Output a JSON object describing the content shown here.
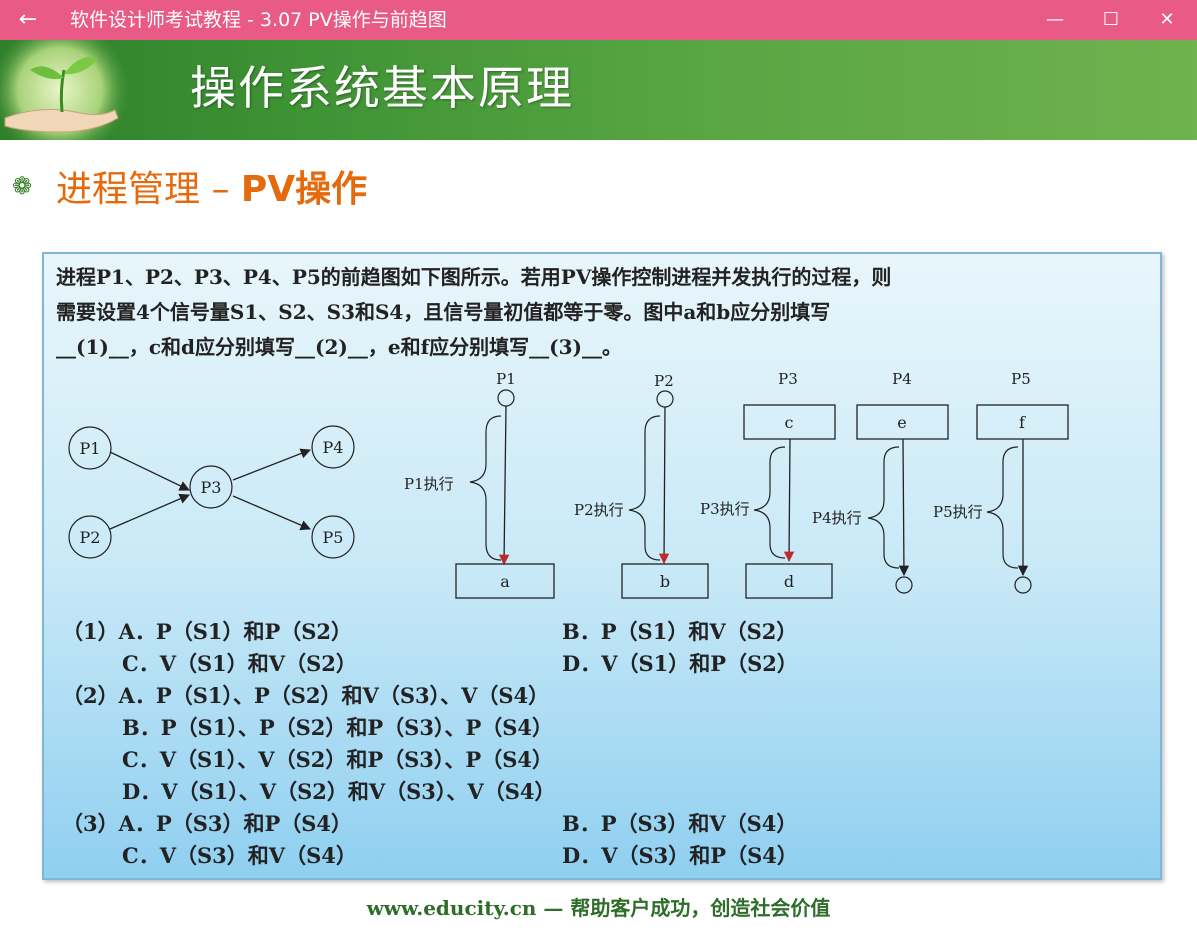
{
  "window": {
    "title": "软件设计师考试教程 - 3.07  PV操作与前趋图",
    "back": "←",
    "minimize": "—",
    "maximize": "☐",
    "close": "✕",
    "accent": "#e95a86"
  },
  "slide": {
    "header_title": "操作系统基本原理",
    "section_prefix": "进程管理 – ",
    "section_bold": "PV操作",
    "question_lines": [
      "进程P1、P2、P3、P4、P5的前趋图如下图所示。若用PV操作控制进程并发执行的过程，则",
      "需要设置4个信号量S1、S2、S3和S4，且信号量初值都等于零。图中a和b应分别填写",
      "__(1)__，c和d应分别填写__(2)__，e和f应分别填写__(3)__。"
    ],
    "graph_nodes": [
      "P1",
      "P2",
      "P3",
      "P4",
      "P5"
    ],
    "process_titles": [
      "P1",
      "P2",
      "P3",
      "P4",
      "P5"
    ],
    "exec_labels": [
      "P1执行",
      "P2执行",
      "P3执行",
      "P4执行",
      "P5执行"
    ],
    "boxes": [
      "a",
      "b",
      "c",
      "d",
      "e",
      "f"
    ],
    "options": {
      "q1": [
        "（1）A．P（S1）和P（S2）",
        "B．P（S1）和V（S2）",
        "C．V（S1）和V（S2）",
        "D．V（S1）和P（S2）"
      ],
      "q2": [
        "（2）A．P（S1）、P（S2）和V（S3）、V（S4）",
        "B．P（S1）、P（S2）和P（S3）、P（S4）",
        "C．V（S1）、V（S2）和P（S3）、P（S4）",
        "D．V（S1）、V（S2）和V（S3）、V（S4）"
      ],
      "q3": [
        "（3）A．P（S3）和P（S4）",
        "B．P（S3）和V（S4）",
        "C．V（S3）和V（S4）",
        "D．V（S3）和P（S4）"
      ]
    },
    "footer": "www.educity.cn — 帮助客户成功，创造社会价值"
  }
}
